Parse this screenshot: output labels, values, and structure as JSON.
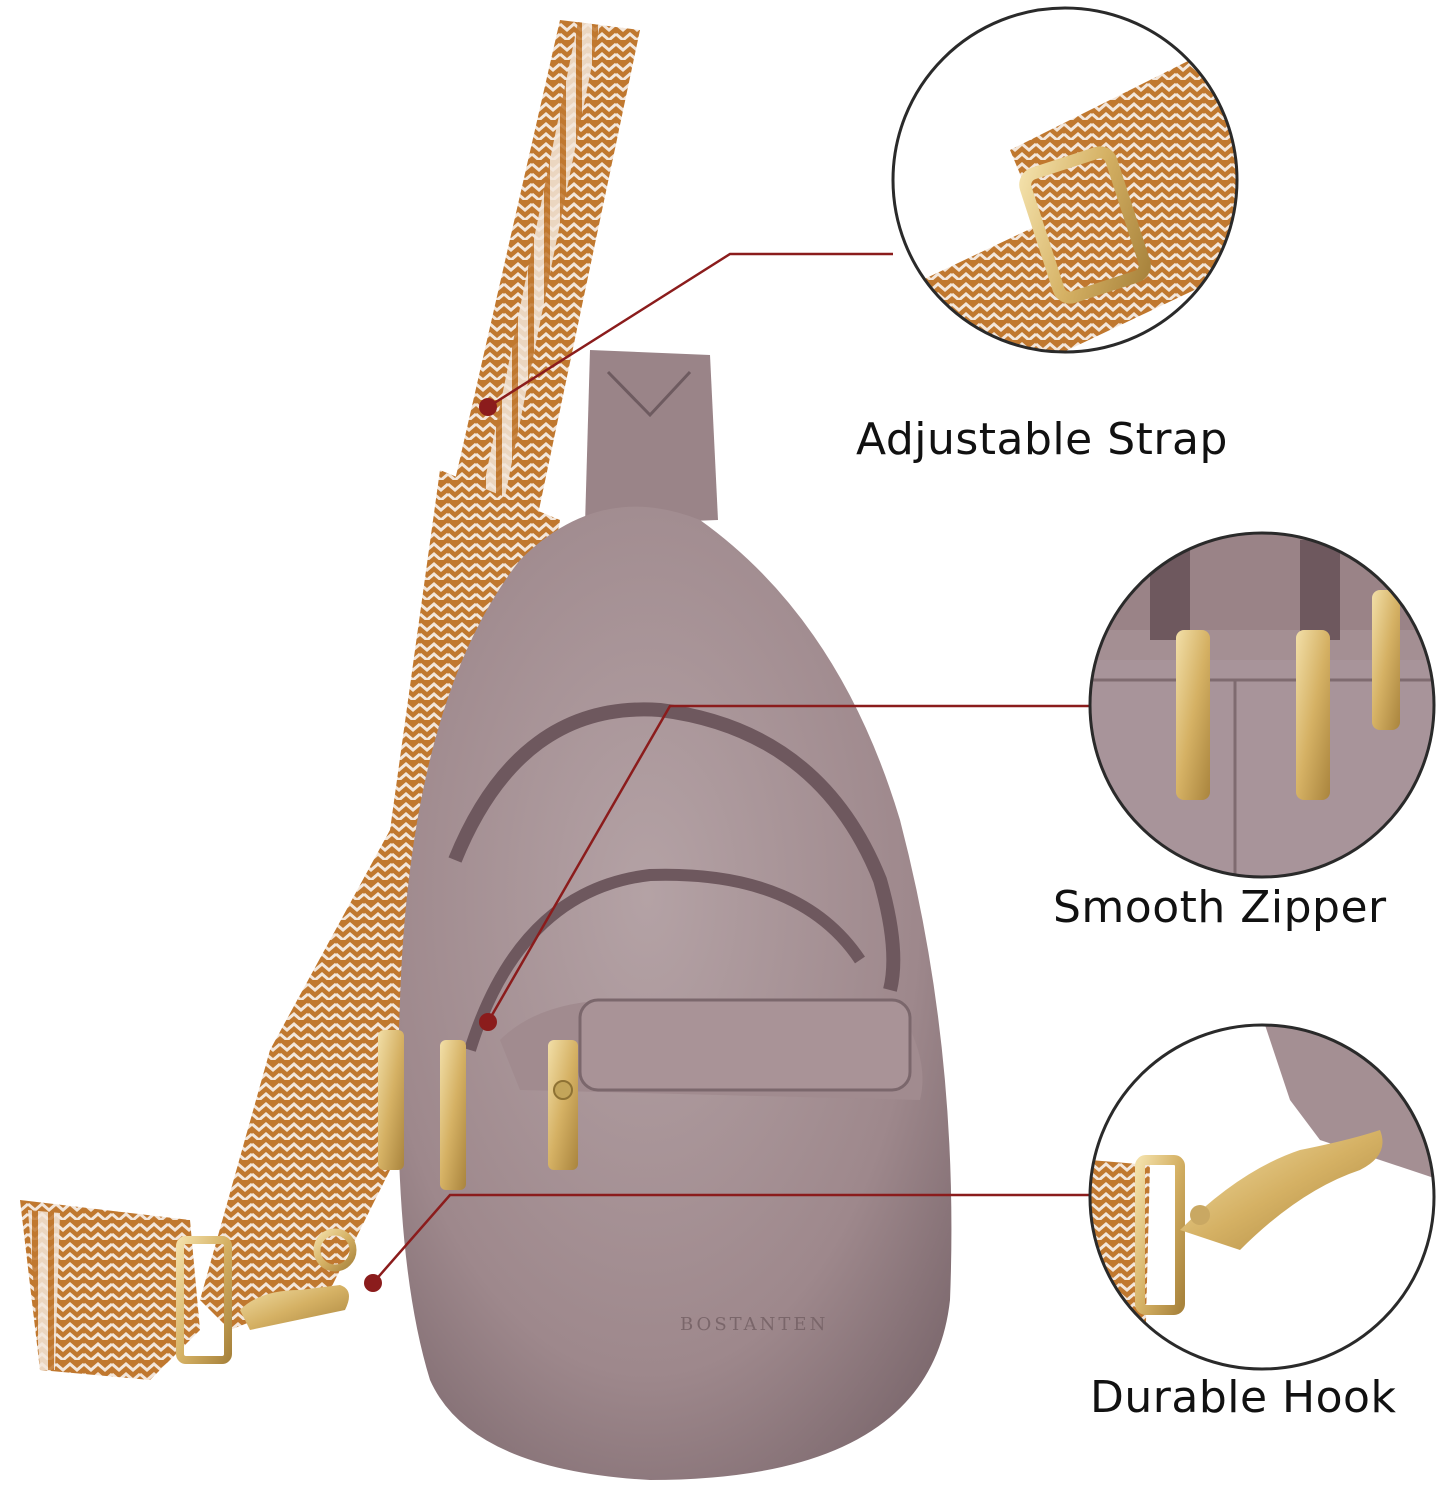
{
  "features": {
    "strap_label": "Adjustable Strap",
    "zipper_label": "Smooth Zipper",
    "hook_label": "Durable Hook"
  },
  "brand_imprint": "BOSTANTEN",
  "colors": {
    "bag_leather": "#a48f93",
    "bag_shadow": "#7d6a6f",
    "strap_orange": "#c0782f",
    "strap_cream": "#f3e6da",
    "hardware_gold": "#d9b872",
    "callout_line": "#8b1c1c",
    "zoom_circle_border": "#2a2a2a"
  },
  "icons": [
    "callout-dot-icon",
    "zipper-pull-icon",
    "snap-hook-icon",
    "slider-buckle-icon"
  ]
}
